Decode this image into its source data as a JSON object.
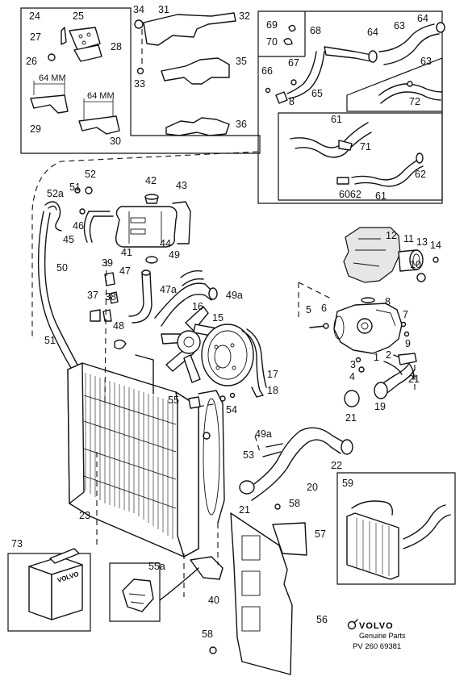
{
  "callouts": [
    {
      "id": "c24",
      "text": "24"
    },
    {
      "id": "c25",
      "text": "25"
    },
    {
      "id": "c27",
      "text": "27"
    },
    {
      "id": "c28",
      "text": "28"
    },
    {
      "id": "c26",
      "text": "26"
    },
    {
      "id": "c29",
      "text": "29"
    },
    {
      "id": "c30",
      "text": "30"
    },
    {
      "id": "c34",
      "text": "34"
    },
    {
      "id": "c31",
      "text": "31"
    },
    {
      "id": "c32",
      "text": "32"
    },
    {
      "id": "c33",
      "text": "33"
    },
    {
      "id": "c35",
      "text": "35"
    },
    {
      "id": "c36",
      "text": "36"
    },
    {
      "id": "c69",
      "text": "69"
    },
    {
      "id": "c70",
      "text": "70"
    },
    {
      "id": "c68",
      "text": "68"
    },
    {
      "id": "c64a",
      "text": "64"
    },
    {
      "id": "c64b",
      "text": "64"
    },
    {
      "id": "c63a",
      "text": "63"
    },
    {
      "id": "c63b",
      "text": "63"
    },
    {
      "id": "c67",
      "text": "67"
    },
    {
      "id": "c66",
      "text": "66"
    },
    {
      "id": "c8a",
      "text": "8"
    },
    {
      "id": "c65",
      "text": "65"
    },
    {
      "id": "c72",
      "text": "72"
    },
    {
      "id": "c61a",
      "text": "61"
    },
    {
      "id": "c71",
      "text": "71"
    },
    {
      "id": "c62a",
      "text": "62"
    },
    {
      "id": "c6062",
      "text": "6062"
    },
    {
      "id": "c61b",
      "text": "61"
    },
    {
      "id": "c52",
      "text": "52"
    },
    {
      "id": "c52a",
      "text": "52a"
    },
    {
      "id": "c51a",
      "text": "51"
    },
    {
      "id": "c42",
      "text": "42"
    },
    {
      "id": "c43",
      "text": "43"
    },
    {
      "id": "c46",
      "text": "46"
    },
    {
      "id": "c45",
      "text": "45"
    },
    {
      "id": "c44",
      "text": "44"
    },
    {
      "id": "c41",
      "text": "41"
    },
    {
      "id": "c49",
      "text": "49"
    },
    {
      "id": "c50",
      "text": "50"
    },
    {
      "id": "c39",
      "text": "39"
    },
    {
      "id": "c47",
      "text": "47"
    },
    {
      "id": "c47a",
      "text": "47a"
    },
    {
      "id": "c49a",
      "text": "49a"
    },
    {
      "id": "c37",
      "text": "37"
    },
    {
      "id": "c38",
      "text": "38"
    },
    {
      "id": "c48",
      "text": "48"
    },
    {
      "id": "c16",
      "text": "16"
    },
    {
      "id": "c15",
      "text": "15"
    },
    {
      "id": "c51b",
      "text": "51"
    },
    {
      "id": "c12",
      "text": "12"
    },
    {
      "id": "c11",
      "text": "11"
    },
    {
      "id": "c13",
      "text": "13"
    },
    {
      "id": "c14",
      "text": "14"
    },
    {
      "id": "c10",
      "text": "10"
    },
    {
      "id": "c8b",
      "text": "8"
    },
    {
      "id": "c5",
      "text": "5"
    },
    {
      "id": "c6",
      "text": "6"
    },
    {
      "id": "c7",
      "text": "7"
    },
    {
      "id": "c9",
      "text": "9"
    },
    {
      "id": "c1",
      "text": "1"
    },
    {
      "id": "c2",
      "text": "2"
    },
    {
      "id": "c3",
      "text": "3"
    },
    {
      "id": "c4",
      "text": "4"
    },
    {
      "id": "c21a",
      "text": "21"
    },
    {
      "id": "c17",
      "text": "17"
    },
    {
      "id": "c18",
      "text": "18"
    },
    {
      "id": "c19",
      "text": "19"
    },
    {
      "id": "c55",
      "text": "55"
    },
    {
      "id": "c54",
      "text": "54"
    },
    {
      "id": "c21b",
      "text": "21"
    },
    {
      "id": "c49b",
      "text": "49a"
    },
    {
      "id": "c53",
      "text": "53"
    },
    {
      "id": "c22",
      "text": "22"
    },
    {
      "id": "c20",
      "text": "20"
    },
    {
      "id": "c23",
      "text": "23"
    },
    {
      "id": "c59",
      "text": "59"
    },
    {
      "id": "c21c",
      "text": "21"
    },
    {
      "id": "c58a",
      "text": "58"
    },
    {
      "id": "c57",
      "text": "57"
    },
    {
      "id": "c73",
      "text": "73"
    },
    {
      "id": "c55a",
      "text": "55a"
    },
    {
      "id": "c40",
      "text": "40"
    },
    {
      "id": "c56",
      "text": "56"
    },
    {
      "id": "c58b",
      "text": "58"
    }
  ],
  "dimensions": {
    "bracket_a": "64 MM",
    "bracket_b": "64 MM"
  },
  "package_text": "VOLVO",
  "footer": {
    "brand": "VOLVO",
    "tagline": "Genuine Parts",
    "reference": "PV 260 69381"
  }
}
